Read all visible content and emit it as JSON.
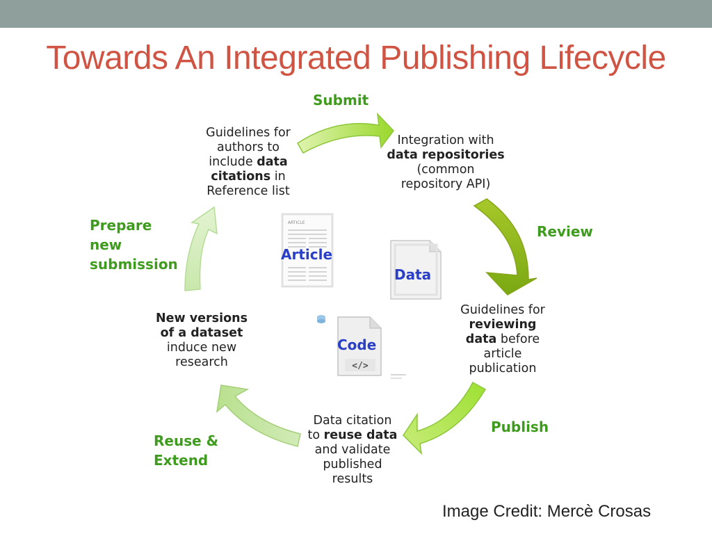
{
  "slide": {
    "title": "Towards An Integrated Publishing Lifecycle",
    "credit": "Image Credit: Mercè Crosas"
  },
  "stages": {
    "submit": "Submit",
    "review": "Review",
    "publish": "Publish",
    "reuse": [
      "Reuse &",
      "Extend"
    ],
    "prepare": [
      "Prepare",
      "new",
      "submission"
    ]
  },
  "boxes": {
    "guidelines_authors": [
      "Guidelines for",
      "authors to",
      "include ",
      "data",
      "citations",
      " in",
      "Reference list"
    ],
    "integration": [
      "Integration with",
      "data repositories",
      "(common",
      "repository API)"
    ],
    "guidelines_reviewing": [
      "Guidelines for",
      "reviewing",
      "data",
      " before",
      "article",
      "publication"
    ],
    "data_citation": [
      "Data citation",
      "to ",
      "reuse data",
      "and validate",
      "published",
      "results"
    ],
    "new_versions": [
      "New versions",
      "of a dataset",
      "induce new",
      "research"
    ]
  },
  "center": {
    "article": "Article",
    "data": "Data",
    "code": "Code",
    "article_header": "ARTICLE",
    "code_glyph": "</>"
  },
  "colors": {
    "title": "#cf5443",
    "stage_green": "#3f9b1d",
    "center_blue": "#2a3fc7",
    "arrow_light": "#cbe9a0",
    "arrow_bright": "#a6e03a",
    "arrow_olive": "#8fb61a"
  }
}
